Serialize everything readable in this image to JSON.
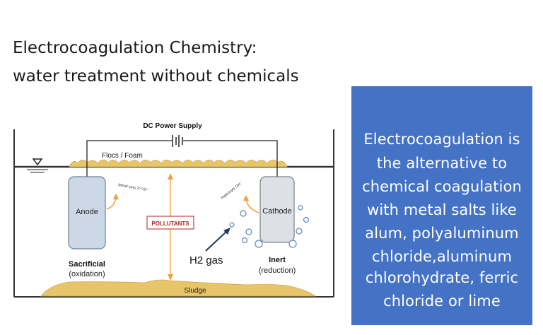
{
  "slide": {
    "title_line1": "Electrocoagulation Chemistry:",
    "title_line2": "water treatment without chemicals"
  },
  "diagram": {
    "power_supply": "DC Power Supply",
    "flocs": "Flocs / Foam",
    "anode": "Anode",
    "cathode": "Cathode",
    "metal_ions": "Metal ions 2ⁿ⁺/3ⁿ⁺",
    "hydroxyls": "Hydroxyls OH⁻",
    "pollutants": "POLLUTANTS",
    "h2_gas": "H2 gas",
    "sacrificial": "Sacrificial",
    "oxidation": "(oxidation)",
    "inert": "Inert",
    "reduction": "(reduction)",
    "sludge": "Sludge"
  },
  "callout": {
    "lines": [
      "Electrocoagulation is",
      "the alternative to",
      "chemical coagulation",
      "with metal salts like",
      "alum, polyaluminum",
      "chloride,aluminum",
      "chlorohydrate, ferric",
      "chloride or lime"
    ]
  },
  "colors": {
    "callout_bg": "#4472c4",
    "electrode_fill": "#ccd8e6",
    "foam": "#e8c46a",
    "sludge": "#e8c46a",
    "arrow_orange": "#f0a040",
    "pollutants_red": "#b22222"
  }
}
